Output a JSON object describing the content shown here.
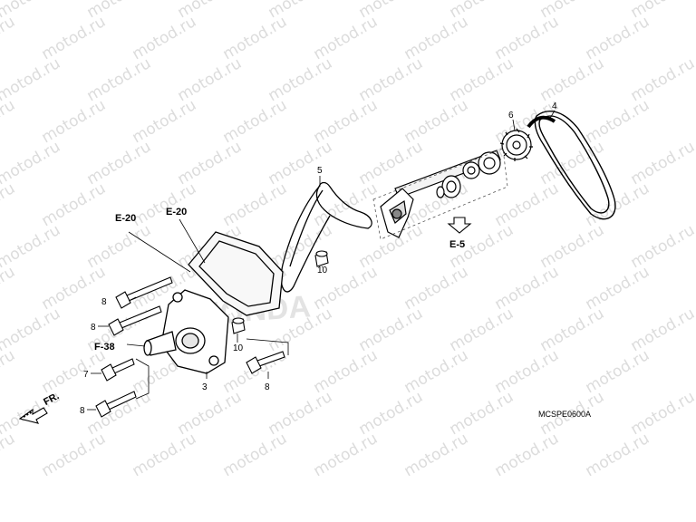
{
  "watermark": "motod.ru",
  "diagram_code": "MCSPE0600A",
  "front_label": "FR.",
  "background_logo": "HONDA",
  "refs": {
    "e20_left": "E-20",
    "e20_right": "E-20",
    "e5": "E-5",
    "f38": "F-38"
  },
  "part_labels": {
    "p3": "3",
    "p4": "4",
    "p5": "5",
    "p6": "6",
    "p7": "7",
    "p8a": "8",
    "p8b": "8",
    "p8c": "8",
    "p8d": "8",
    "p10a": "10",
    "p10b": "10"
  }
}
